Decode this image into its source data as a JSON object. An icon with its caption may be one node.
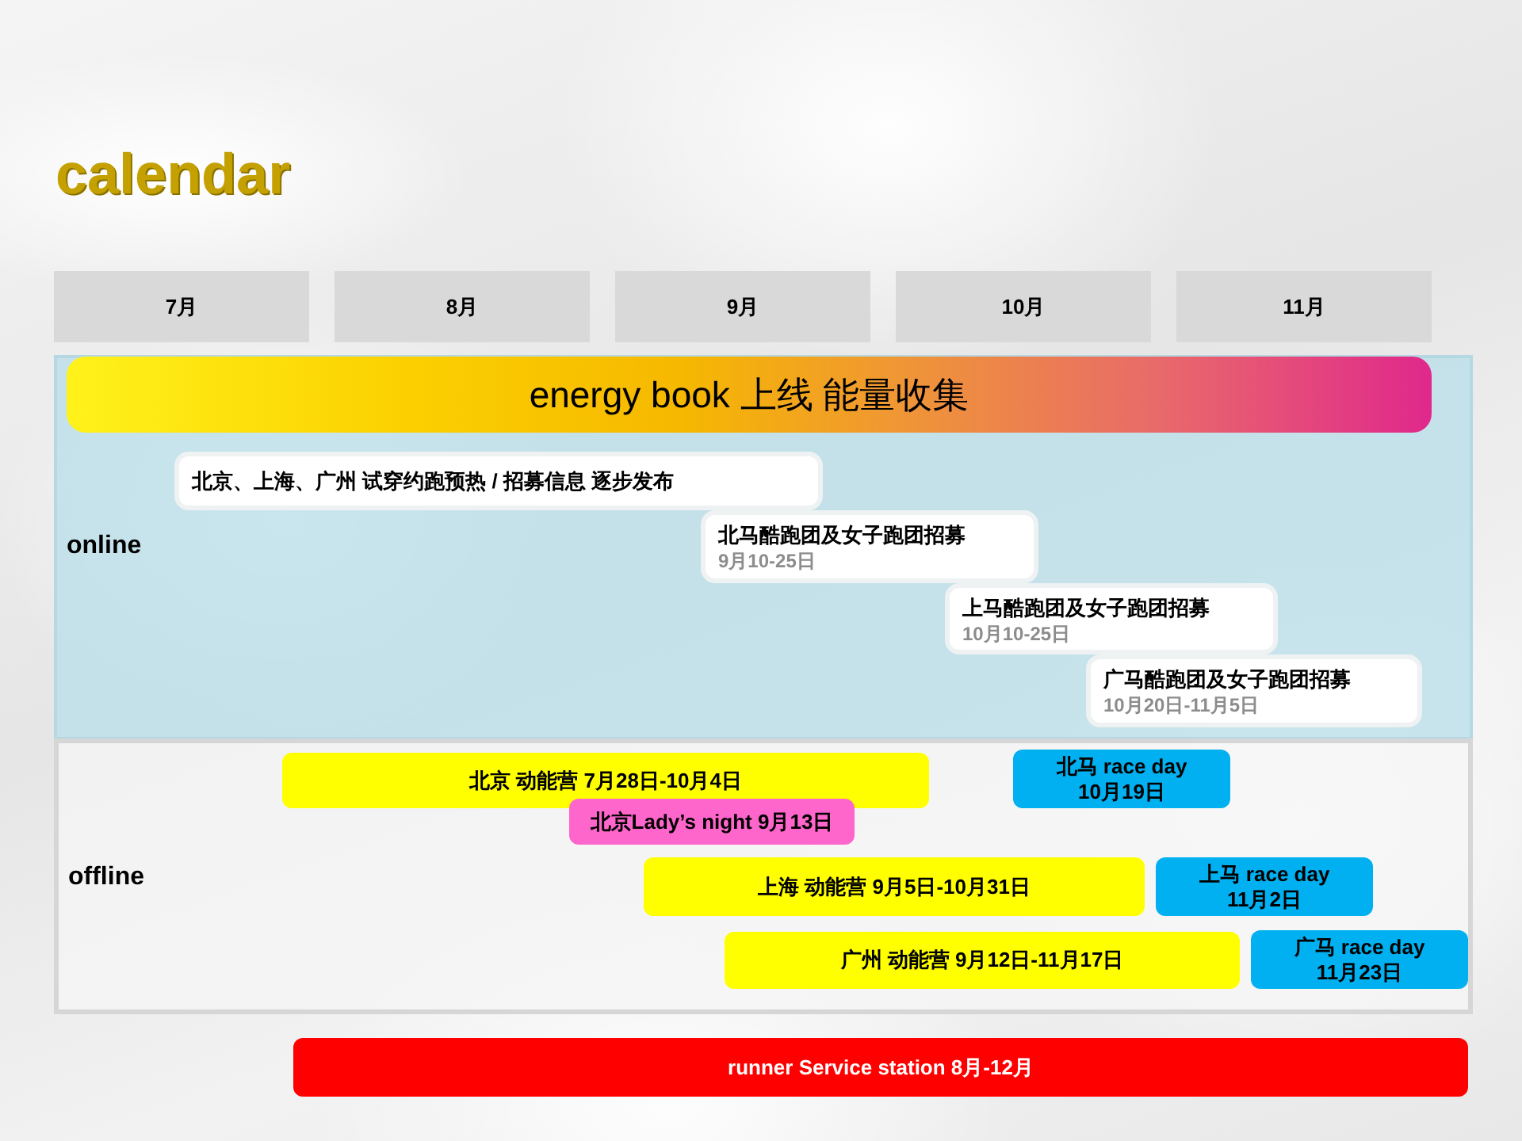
{
  "diagram": {
    "title": "calendar",
    "nodes": [
      {
        "text": [
          "7月"
        ]
      },
      {
        "text": [
          "8月"
        ]
      },
      {
        "text": [
          "9月"
        ]
      },
      {
        "text": [
          "10月"
        ]
      },
      {
        "text": [
          "11月"
        ]
      },
      {
        "text": [
          "online"
        ]
      },
      {
        "text": [
          "energy book 上线 能量收集"
        ],
        "in": 5
      },
      {
        "text": [
          "北京、上海、广州 试穿约跑预热 / 招募信息 逐步发布"
        ],
        "in": 5
      },
      {
        "text": [
          "北马酷跑团及女子跑团招募",
          "9月10-25日"
        ],
        "in": 5
      },
      {
        "text": [
          "上马酷跑团及女子跑团招募",
          "10月10-25日"
        ],
        "in": 5
      },
      {
        "text": [
          "广马酷跑团及女子跑团招募",
          "10月20日-11月5日"
        ],
        "in": 5
      },
      {
        "text": [
          "offline"
        ]
      },
      {
        "text": [
          "北京 动能营 7月28日-10月4日"
        ],
        "in": 11
      },
      {
        "text": [
          "北马 race day 10月19日"
        ],
        "in": 11
      },
      {
        "text": [
          "北京Lady’s night 9月13日"
        ],
        "in": 11
      },
      {
        "text": [
          "上海 动能营 9月5日-10月31日"
        ],
        "in": 11
      },
      {
        "text": [
          "上马 race day 11月2日"
        ],
        "in": 11
      },
      {
        "text": [
          "广州 动能营 9月12日-11月17日"
        ],
        "in": 11
      },
      {
        "text": [
          "广马 race day 11月23日"
        ],
        "in": 11
      },
      {
        "text": [
          "runner Service station 8月-12月"
        ]
      }
    ]
  }
}
